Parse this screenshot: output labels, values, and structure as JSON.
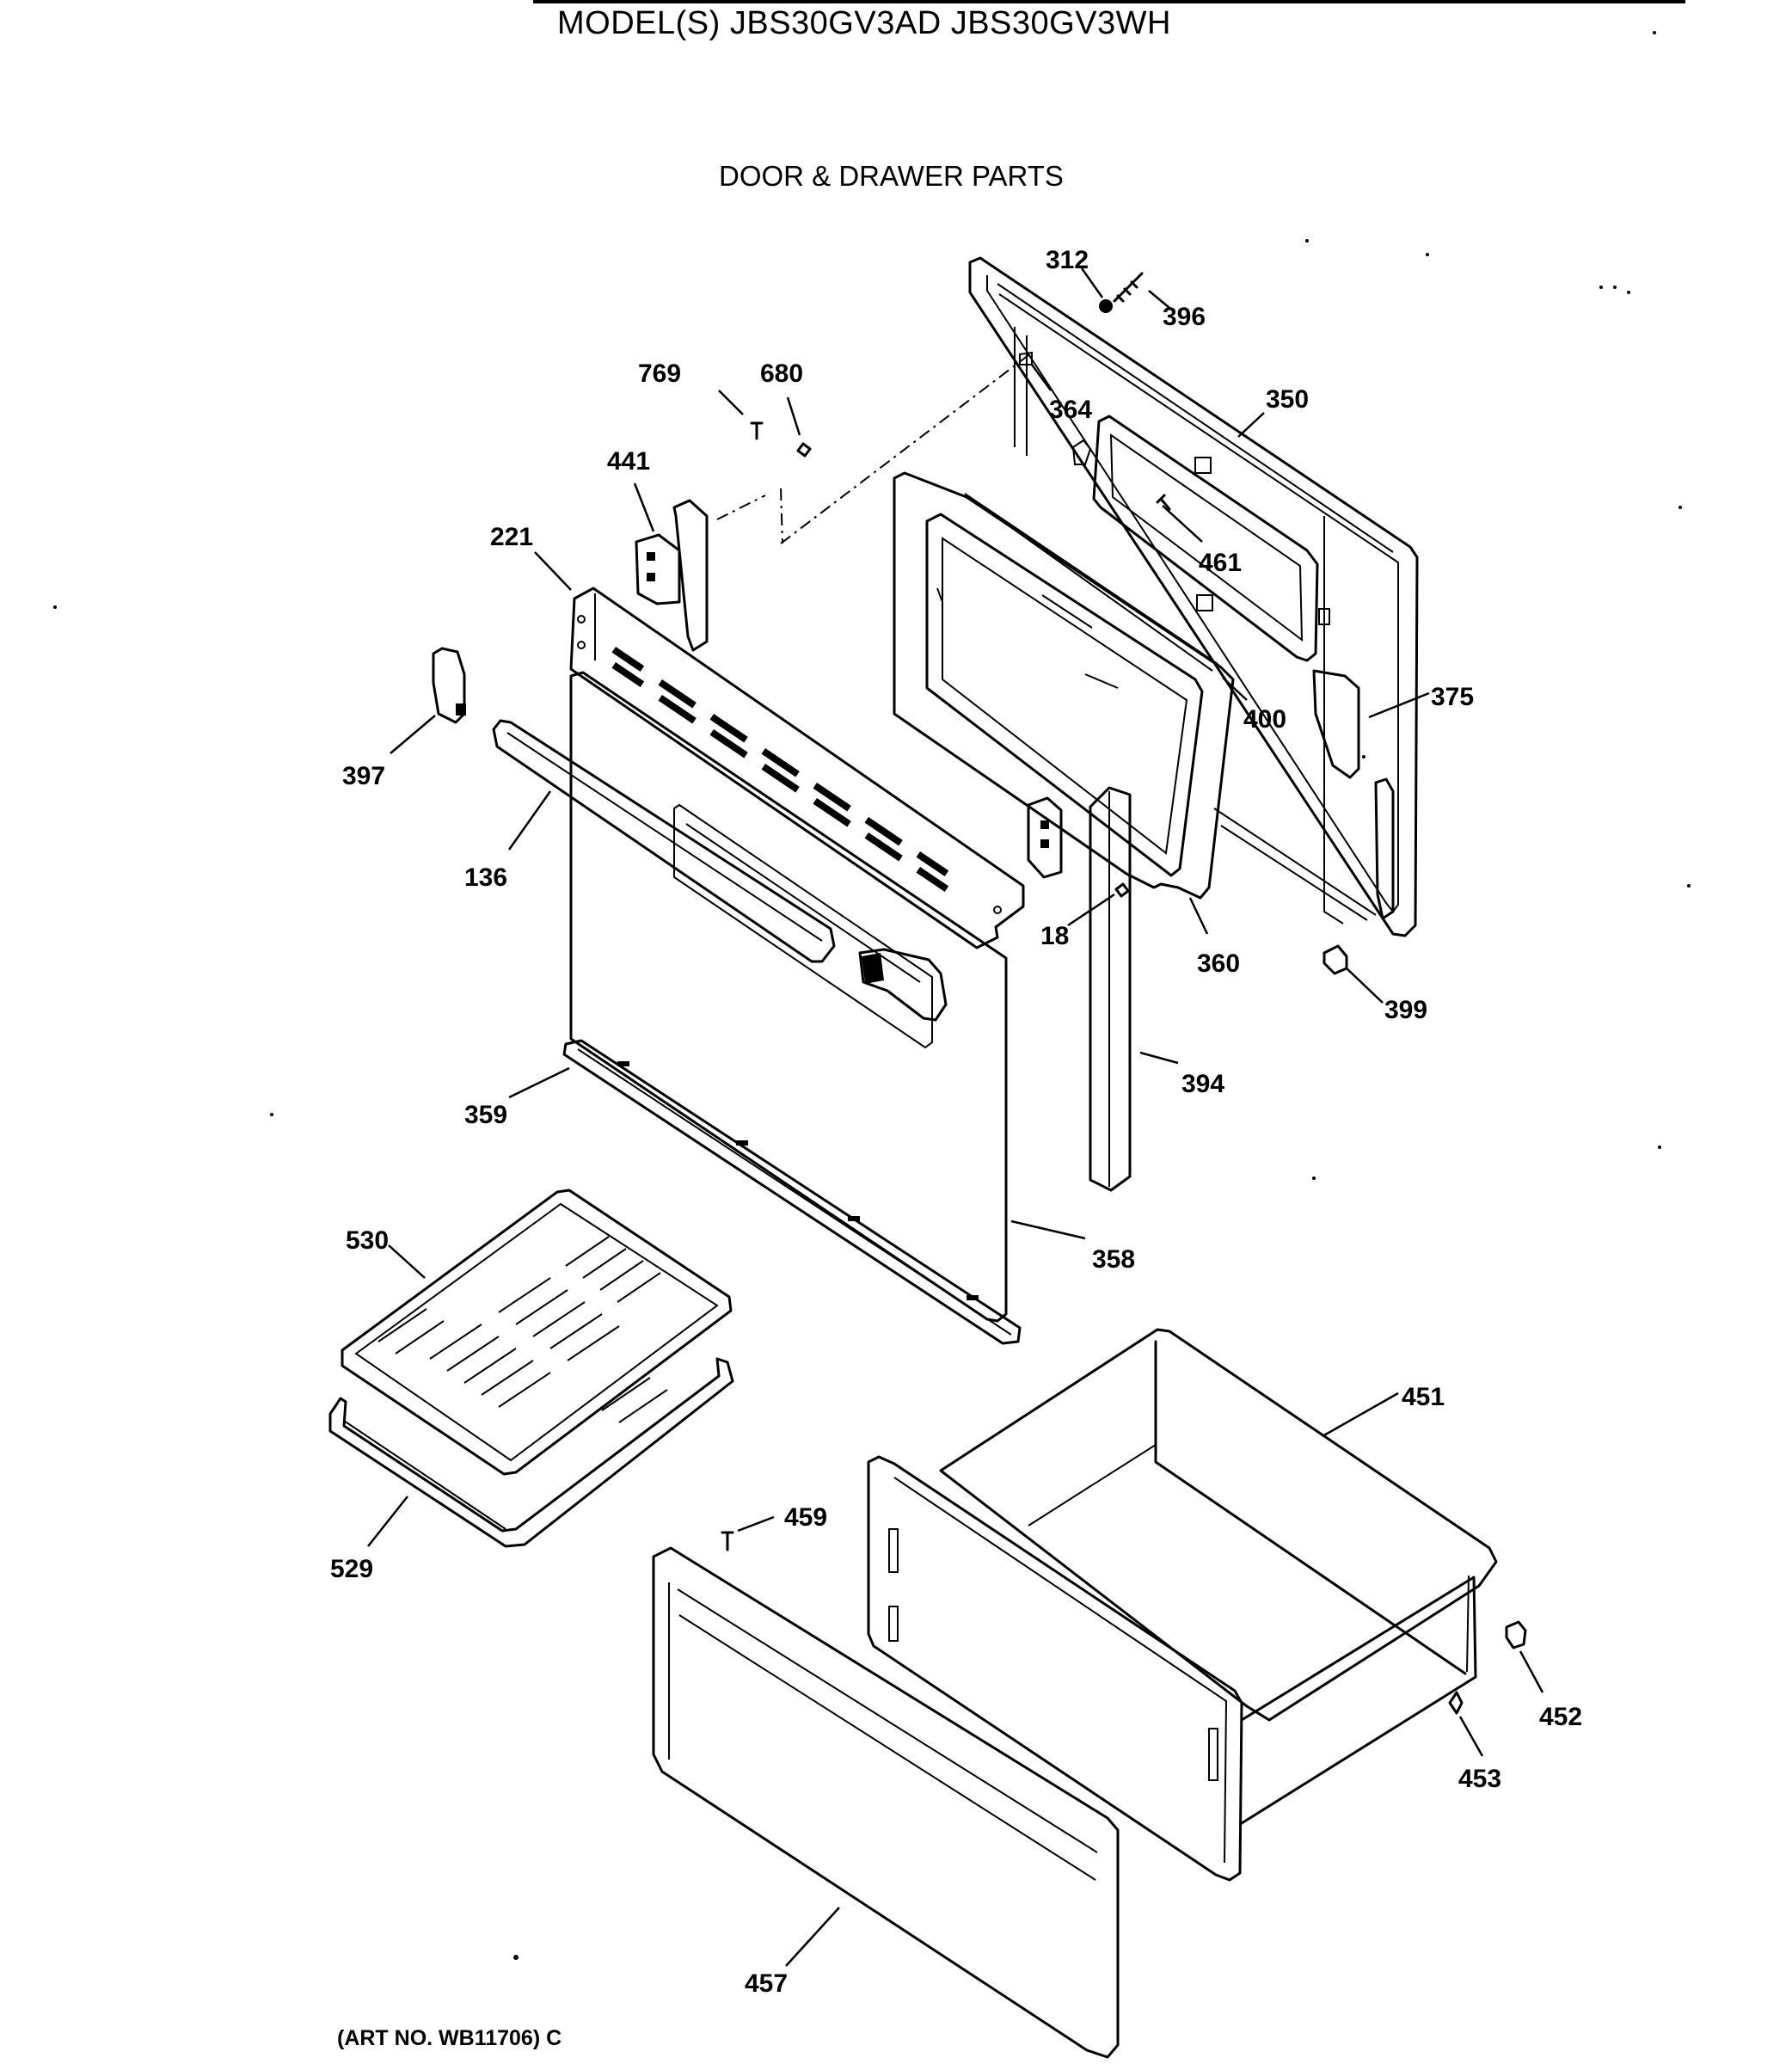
{
  "header": {
    "model_title": "MODEL(S) JBS30GV3AD  JBS30GV3WH",
    "section_title": "DOOR & DRAWER PARTS"
  },
  "footer": {
    "art_number": "(ART NO. WB11706) C"
  },
  "parts": [
    {
      "id": "p312",
      "label": "312"
    },
    {
      "id": "p396",
      "label": "396"
    },
    {
      "id": "p769",
      "label": "769"
    },
    {
      "id": "p680",
      "label": "680"
    },
    {
      "id": "p364",
      "label": "364"
    },
    {
      "id": "p350",
      "label": "350"
    },
    {
      "id": "p441",
      "label": "441"
    },
    {
      "id": "p221",
      "label": "221"
    },
    {
      "id": "p461",
      "label": "461"
    },
    {
      "id": "p375",
      "label": "375"
    },
    {
      "id": "p400",
      "label": "400"
    },
    {
      "id": "p397",
      "label": "397"
    },
    {
      "id": "p136",
      "label": "136"
    },
    {
      "id": "p18",
      "label": "18"
    },
    {
      "id": "p360",
      "label": "360"
    },
    {
      "id": "p399",
      "label": "399"
    },
    {
      "id": "p394",
      "label": "394"
    },
    {
      "id": "p359",
      "label": "359"
    },
    {
      "id": "p358",
      "label": "358"
    },
    {
      "id": "p530",
      "label": "530"
    },
    {
      "id": "p451",
      "label": "451"
    },
    {
      "id": "p459",
      "label": "459"
    },
    {
      "id": "p529",
      "label": "529"
    },
    {
      "id": "p452",
      "label": "452"
    },
    {
      "id": "p453",
      "label": "453"
    },
    {
      "id": "p457",
      "label": "457"
    }
  ]
}
